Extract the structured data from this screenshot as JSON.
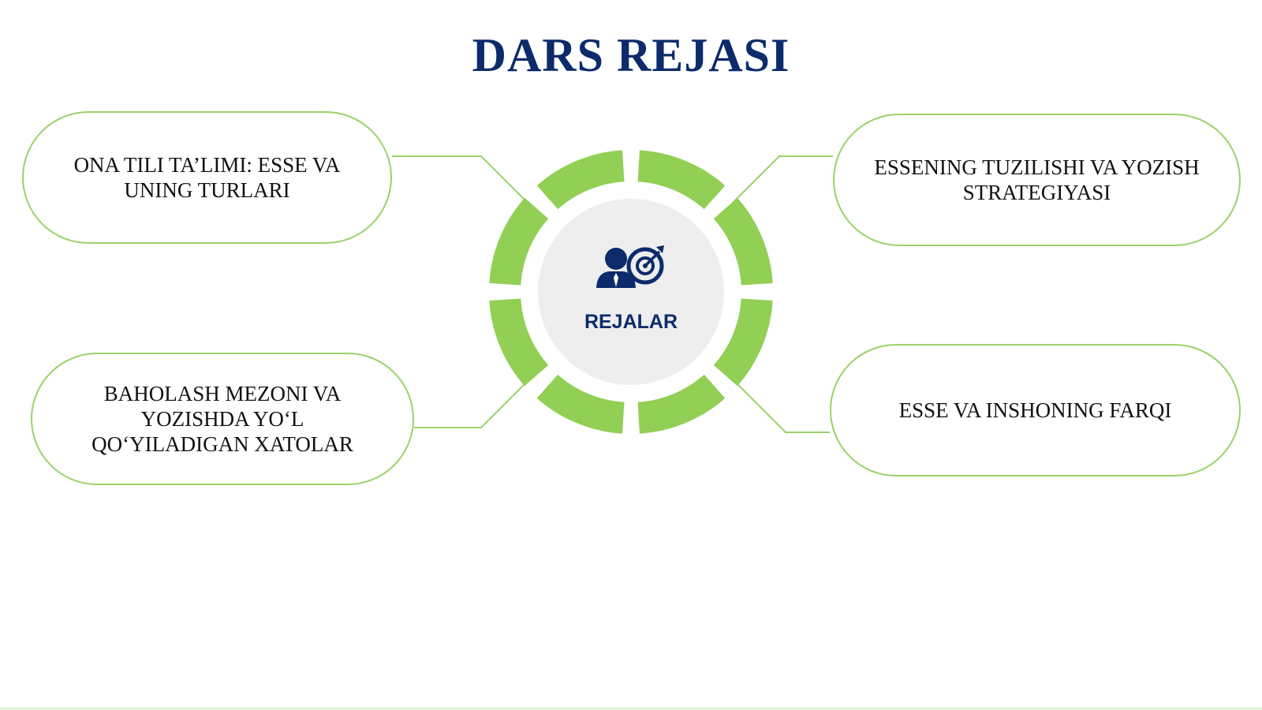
{
  "title": "DARS REJASI",
  "center": {
    "label": "REJALAR",
    "icon": "businessman-target-icon"
  },
  "items": [
    {
      "text": "ONA TILI TA’LIMI: ESSE VA UNING TURLARI"
    },
    {
      "text": "BAHOLASH MEZONI VA YOZISHDA YO‘L QO‘YILADIGAN XATOLAR"
    },
    {
      "text": "ESSENING TUZILISHI VA YOZISH STRATEGIYASI"
    },
    {
      "text": "ESSE VA INSHONING FARQI"
    }
  ],
  "colors": {
    "accent_green": "#92cf55",
    "border_green": "#9bd16a",
    "navy": "#0d2a6b",
    "center_fill": "#eeeeee"
  }
}
